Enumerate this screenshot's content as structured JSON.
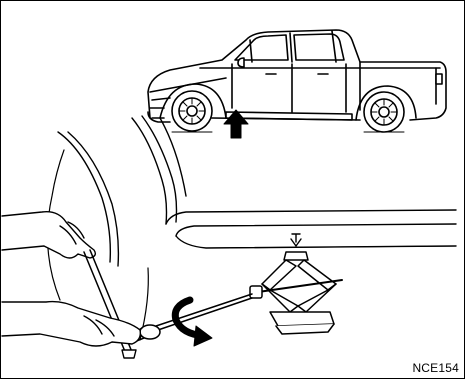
{
  "figure": {
    "reference_code": "NCE154",
    "colors": {
      "line": "#000000",
      "fill": "#ffffff",
      "arrow": "#000000"
    },
    "icons": [
      "pickup-truck-illustration",
      "jack-point-arrow",
      "scissor-jack",
      "crank-handle",
      "rotation-arrow",
      "hands"
    ]
  }
}
